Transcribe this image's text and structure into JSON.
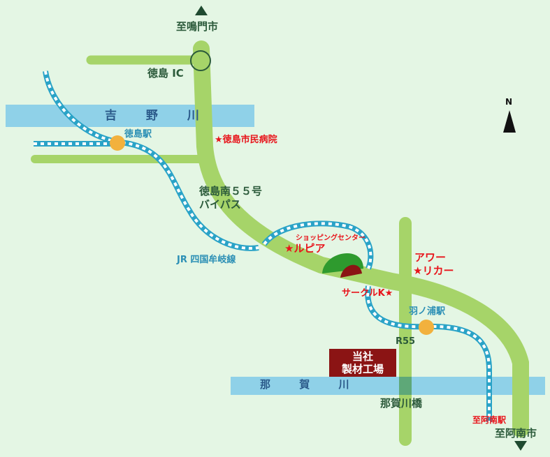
{
  "labels": {
    "to_naruto": "至鳴門市",
    "tokushima_ic": "徳島 IC",
    "yoshino_river": "吉 野 川",
    "tokushima_station": "徳島駅",
    "hospital": "★徳島市民病院",
    "bypass_line1": "徳島南５５号",
    "bypass_line2": "バイパス",
    "jr_line": "JR 四国牟岐線",
    "shopping_center": "ショッピングセンター",
    "rupia": "★ルピア",
    "awa_line1": "アワー",
    "awa_line2": "★リカー",
    "circle_k": "サークルK★",
    "hanoura_station": "羽ノ浦駅",
    "r55": "R55",
    "company_line1": "当社",
    "company_line2": "製材工場",
    "naka_river": "那 賀 川",
    "nakagawa_bridge": "那賀川橋",
    "to_anan_station": "至阿南駅",
    "to_anan_city": "至阿南市",
    "north": "N"
  },
  "colors": {
    "background": "#e4f6e4",
    "road": "#a6d469",
    "river": "#8fd1e8",
    "rail": "#2aa3c7",
    "station": "#f2b13d",
    "text_green": "#2b5a3a",
    "text_red": "#e8141b",
    "company_box": "#8b1414"
  }
}
